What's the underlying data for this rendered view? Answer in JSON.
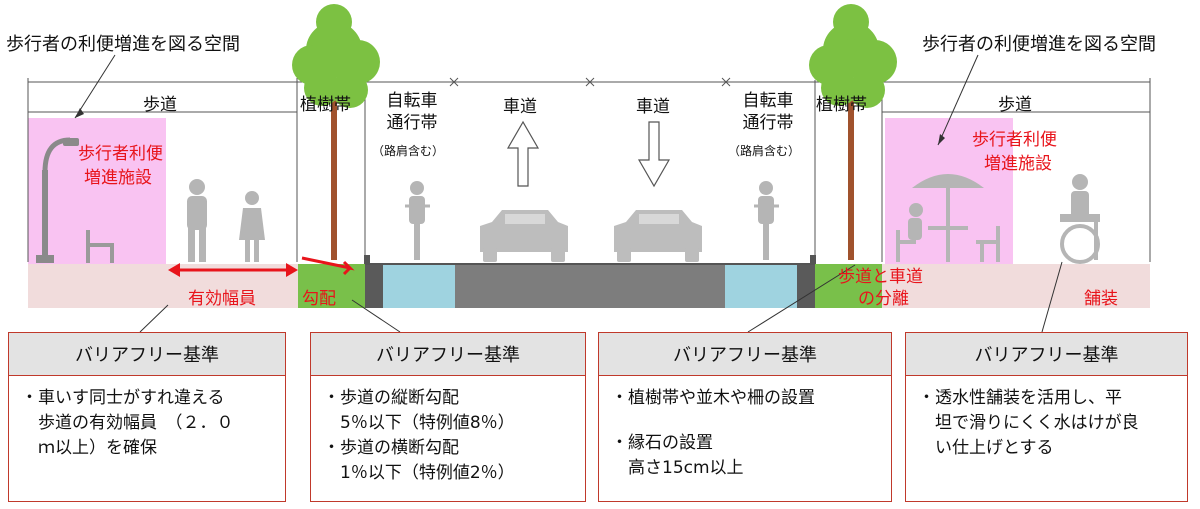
{
  "callouts": {
    "left": "歩行者の利便増進を図る空間",
    "right": "歩行者の利便増進を図る空間"
  },
  "zones": {
    "sidewalk_left": "歩道",
    "planting_left": "植樹帯",
    "bike_left": [
      "自転車",
      "通行帯"
    ],
    "bike_left_note": "（路肩含む）",
    "road_left": "車道",
    "road_right": "車道",
    "bike_right": [
      "自転車",
      "通行帯"
    ],
    "bike_right_note": "（路肩含む）",
    "planting_right": "植樹帯",
    "sidewalk_right": "歩道"
  },
  "annotations": {
    "facility_left": [
      "歩行者利便",
      "増進施設"
    ],
    "facility_right": [
      "歩行者利便",
      "増進施設"
    ],
    "effective_width": "有効幅員",
    "slope": "勾配",
    "separation": [
      "歩道と車道",
      "の分離"
    ],
    "pavement": "舗装"
  },
  "boxes": [
    {
      "header": "バリアフリー基準",
      "lines": [
        "・車いす同士がすれ違える",
        "　歩道の有効幅員　（２．０",
        "　ｍ以上）を確保"
      ]
    },
    {
      "header": "バリアフリー基準",
      "lines": [
        "・歩道の縦断勾配",
        "　5％以下（特例値8％）",
        "・歩道の横断勾配",
        "　1％以下（特例値2％）"
      ]
    },
    {
      "header": "バリアフリー基準",
      "lines": [
        "・植樹帯や並木や柵の設置",
        "",
        "・縁石の設置",
        "　高さ15cm以上"
      ]
    },
    {
      "header": "バリアフリー基準",
      "lines": [
        "・透水性舗装を活用し、平",
        "　坦で滑りにくく水はけが良",
        "　い仕上げとする"
      ]
    }
  ],
  "colors": {
    "pink_zone": "#f9c3f2",
    "sidewalk_band": "#f1dcdc",
    "planting_green": "#79c04a",
    "bike_lane_blue": "#9fd3e0",
    "road_gray": "#7d7d7d",
    "curb_dark": "#5a5a5a",
    "annotation_red": "#e8141b",
    "box_border": "#c0392b",
    "box_header_bg": "#e3e3e3"
  }
}
